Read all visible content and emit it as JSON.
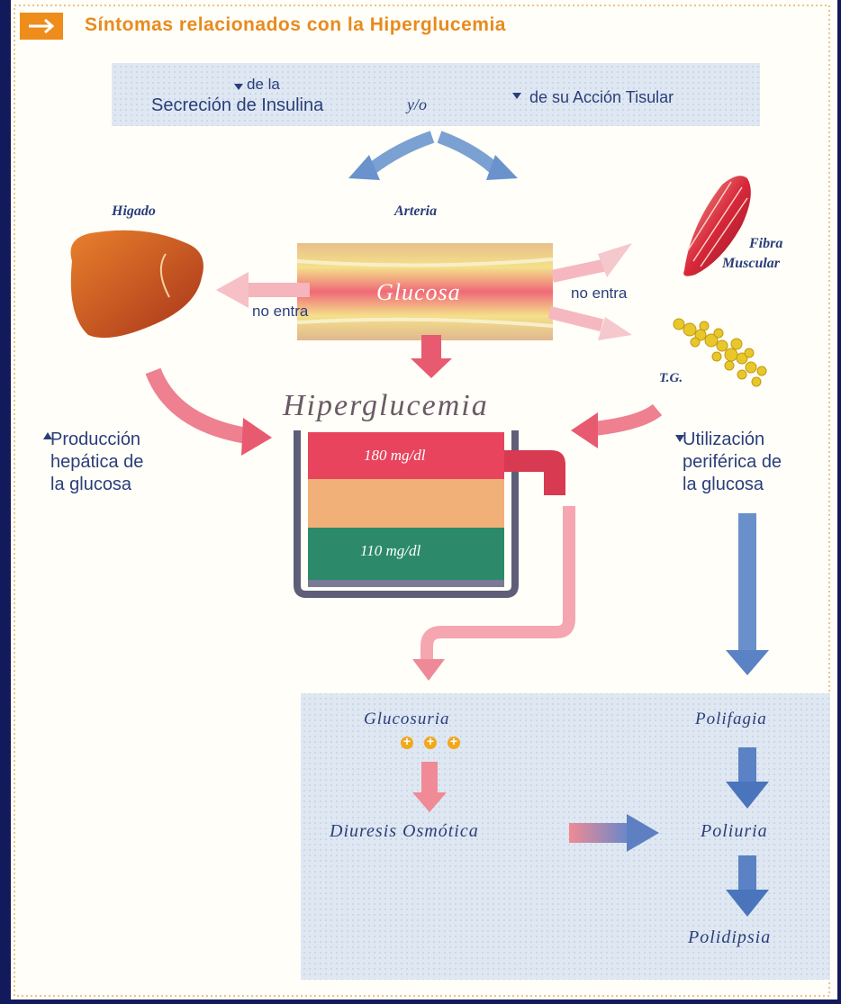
{
  "header": {
    "title": "Síntomas relacionados con la Hiperglucemia",
    "arrow_glyph": "→"
  },
  "top_box": {
    "left_line1": "de la",
    "left_line2": "Secreción de Insulina",
    "middle": "y/o",
    "right": "de su Acción Tisular"
  },
  "labels": {
    "higado": "Higado",
    "arteria": "Arteria",
    "fibra_line1": "Fibra",
    "fibra_line2": "Muscular",
    "glucosa": "Glucosa",
    "no_entra_left": "no entra",
    "no_entra_right": "no entra",
    "tg": "T.G.",
    "hiperglucemia": "Hiperglucemia",
    "level_high": "180 mg/dl",
    "level_low": "110 mg/dl"
  },
  "left_text": {
    "line1": "Producción",
    "line2": "hepática de",
    "line3": "la glucosa"
  },
  "right_text": {
    "line1": "Utilización",
    "line2": "periférica de",
    "line3": "la glucosa"
  },
  "bottom_box": {
    "glucosuria": "Glucosuria",
    "plus_signs": [
      "+",
      "+",
      "+"
    ],
    "diuresis": "Diuresis Osmótica",
    "polifagia": "Polifagia",
    "poliuria": "Poliuria",
    "polidipsia": "Polidipsia"
  },
  "colors": {
    "background": "#121a5c",
    "header_orange": "#e88a1e",
    "pink_arrow": "#e45a6e",
    "blue_arrow": "#5b84c4",
    "box_fill": "#dde8f2"
  },
  "icons": {
    "liver": "liver-illustration",
    "muscle": "muscle-fiber-illustration",
    "fat": "triglyceride-fat-illustration"
  }
}
